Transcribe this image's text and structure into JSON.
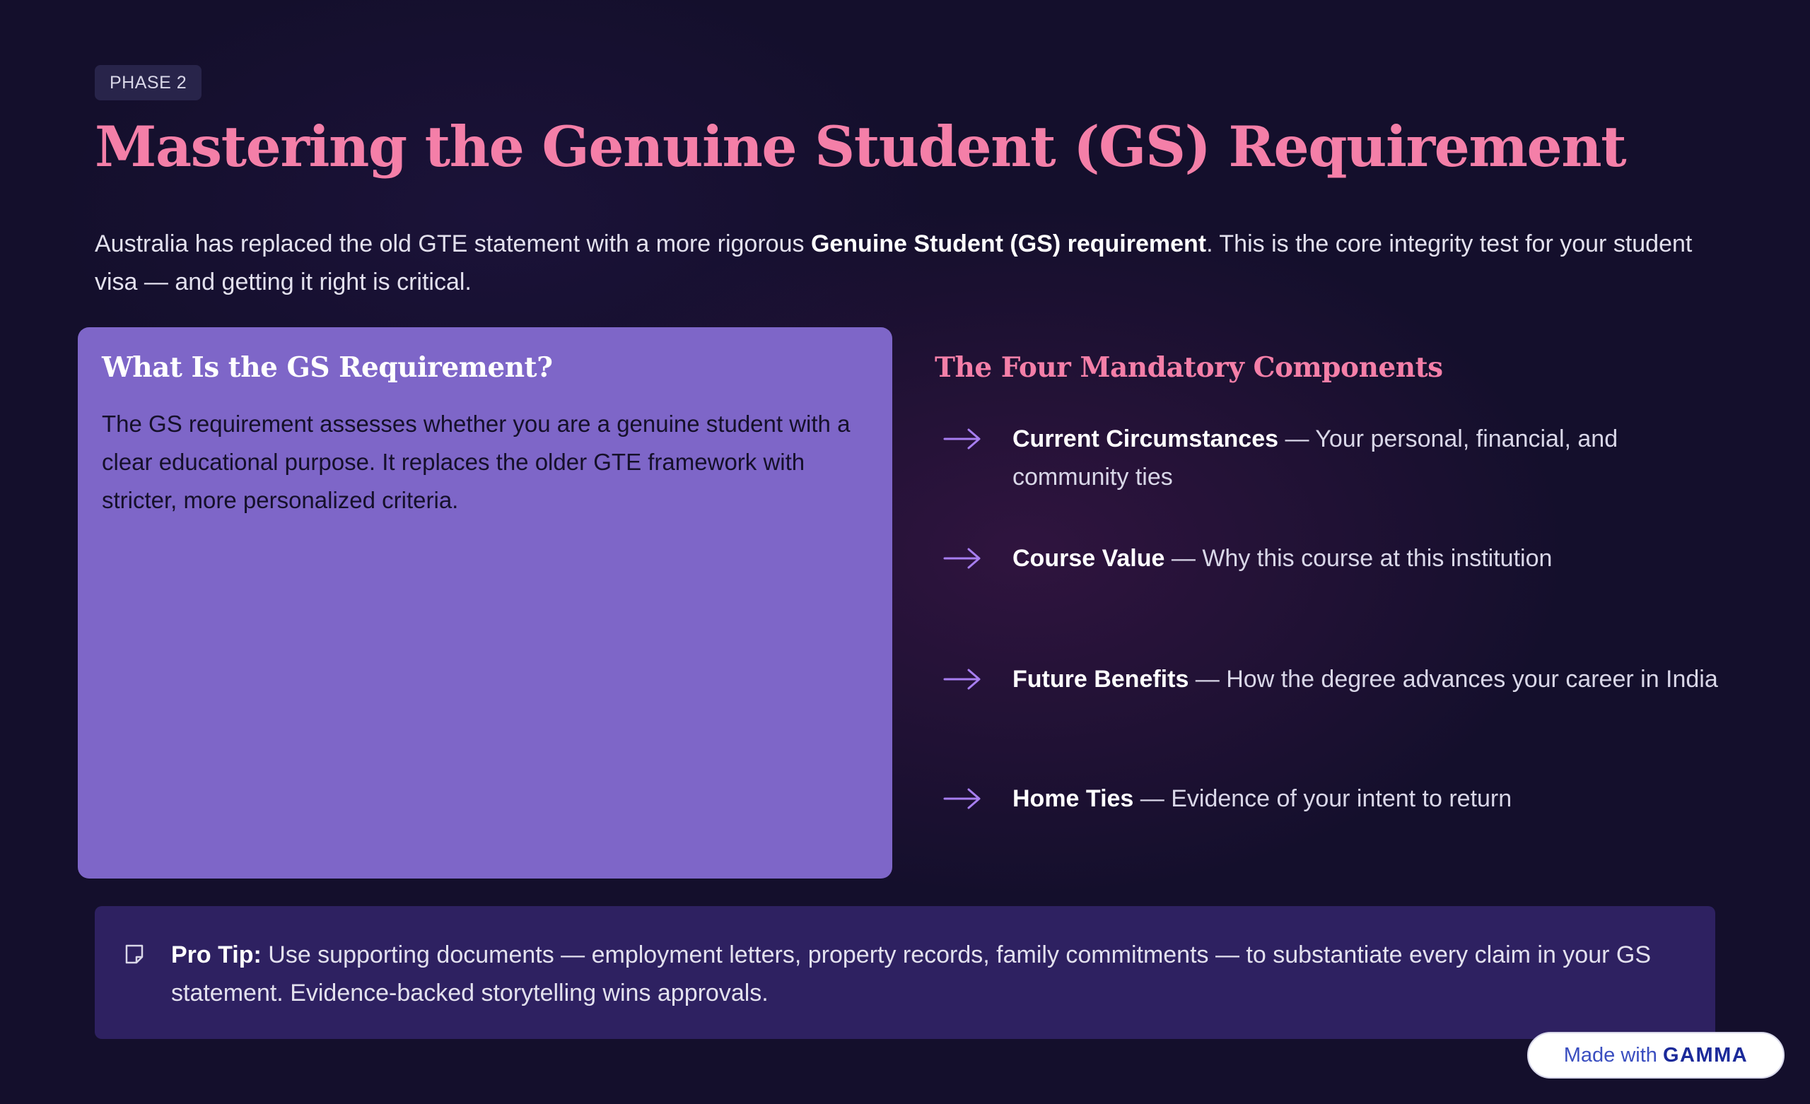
{
  "header": {
    "phase_label": "PHASE 2",
    "title": "Mastering the Genuine Student (GS) Requirement"
  },
  "intro": {
    "text_before": "Australia has replaced the old GTE statement with a more rigorous ",
    "bold": "Genuine Student (GS) requirement",
    "text_after": ". This is the core integrity test for your student visa — and getting it right is critical."
  },
  "gs_card": {
    "heading": "What Is the GS Requirement?",
    "body": "The GS requirement assesses whether you are a genuine student with a clear educational purpose. It replaces the older GTE framework with stricter, more personalized criteria."
  },
  "components": {
    "heading": "The Four Mandatory Components",
    "items": [
      {
        "title": "Current Circumstances",
        "description": " — Your personal, financial, and community ties",
        "icon": "arrow-right-icon"
      },
      {
        "title": "Course Value",
        "description": " — Why this course at this institution",
        "icon": "arrow-right-icon"
      },
      {
        "title": "Future Benefits",
        "description": " — How the degree advances your career in India",
        "icon": "arrow-right-icon"
      },
      {
        "title": "Home Ties",
        "description": " — Evidence of your intent to return",
        "icon": "arrow-right-icon"
      }
    ]
  },
  "tip": {
    "label": "Pro Tip:",
    "text": " Use supporting documents — employment letters, property records, family commitments — to substantiate every claim in your GS statement. Evidence-backed storytelling wins approvals.",
    "icon": "note-icon"
  },
  "badge": {
    "prefix": "Made with ",
    "brand": "GAMMA"
  },
  "colors": {
    "background": "#140f2c",
    "accent_pink": "#f47fa8",
    "card_purple": "#7e66c8",
    "tip_background": "#2e2161",
    "arrow": "#a77ef0"
  }
}
